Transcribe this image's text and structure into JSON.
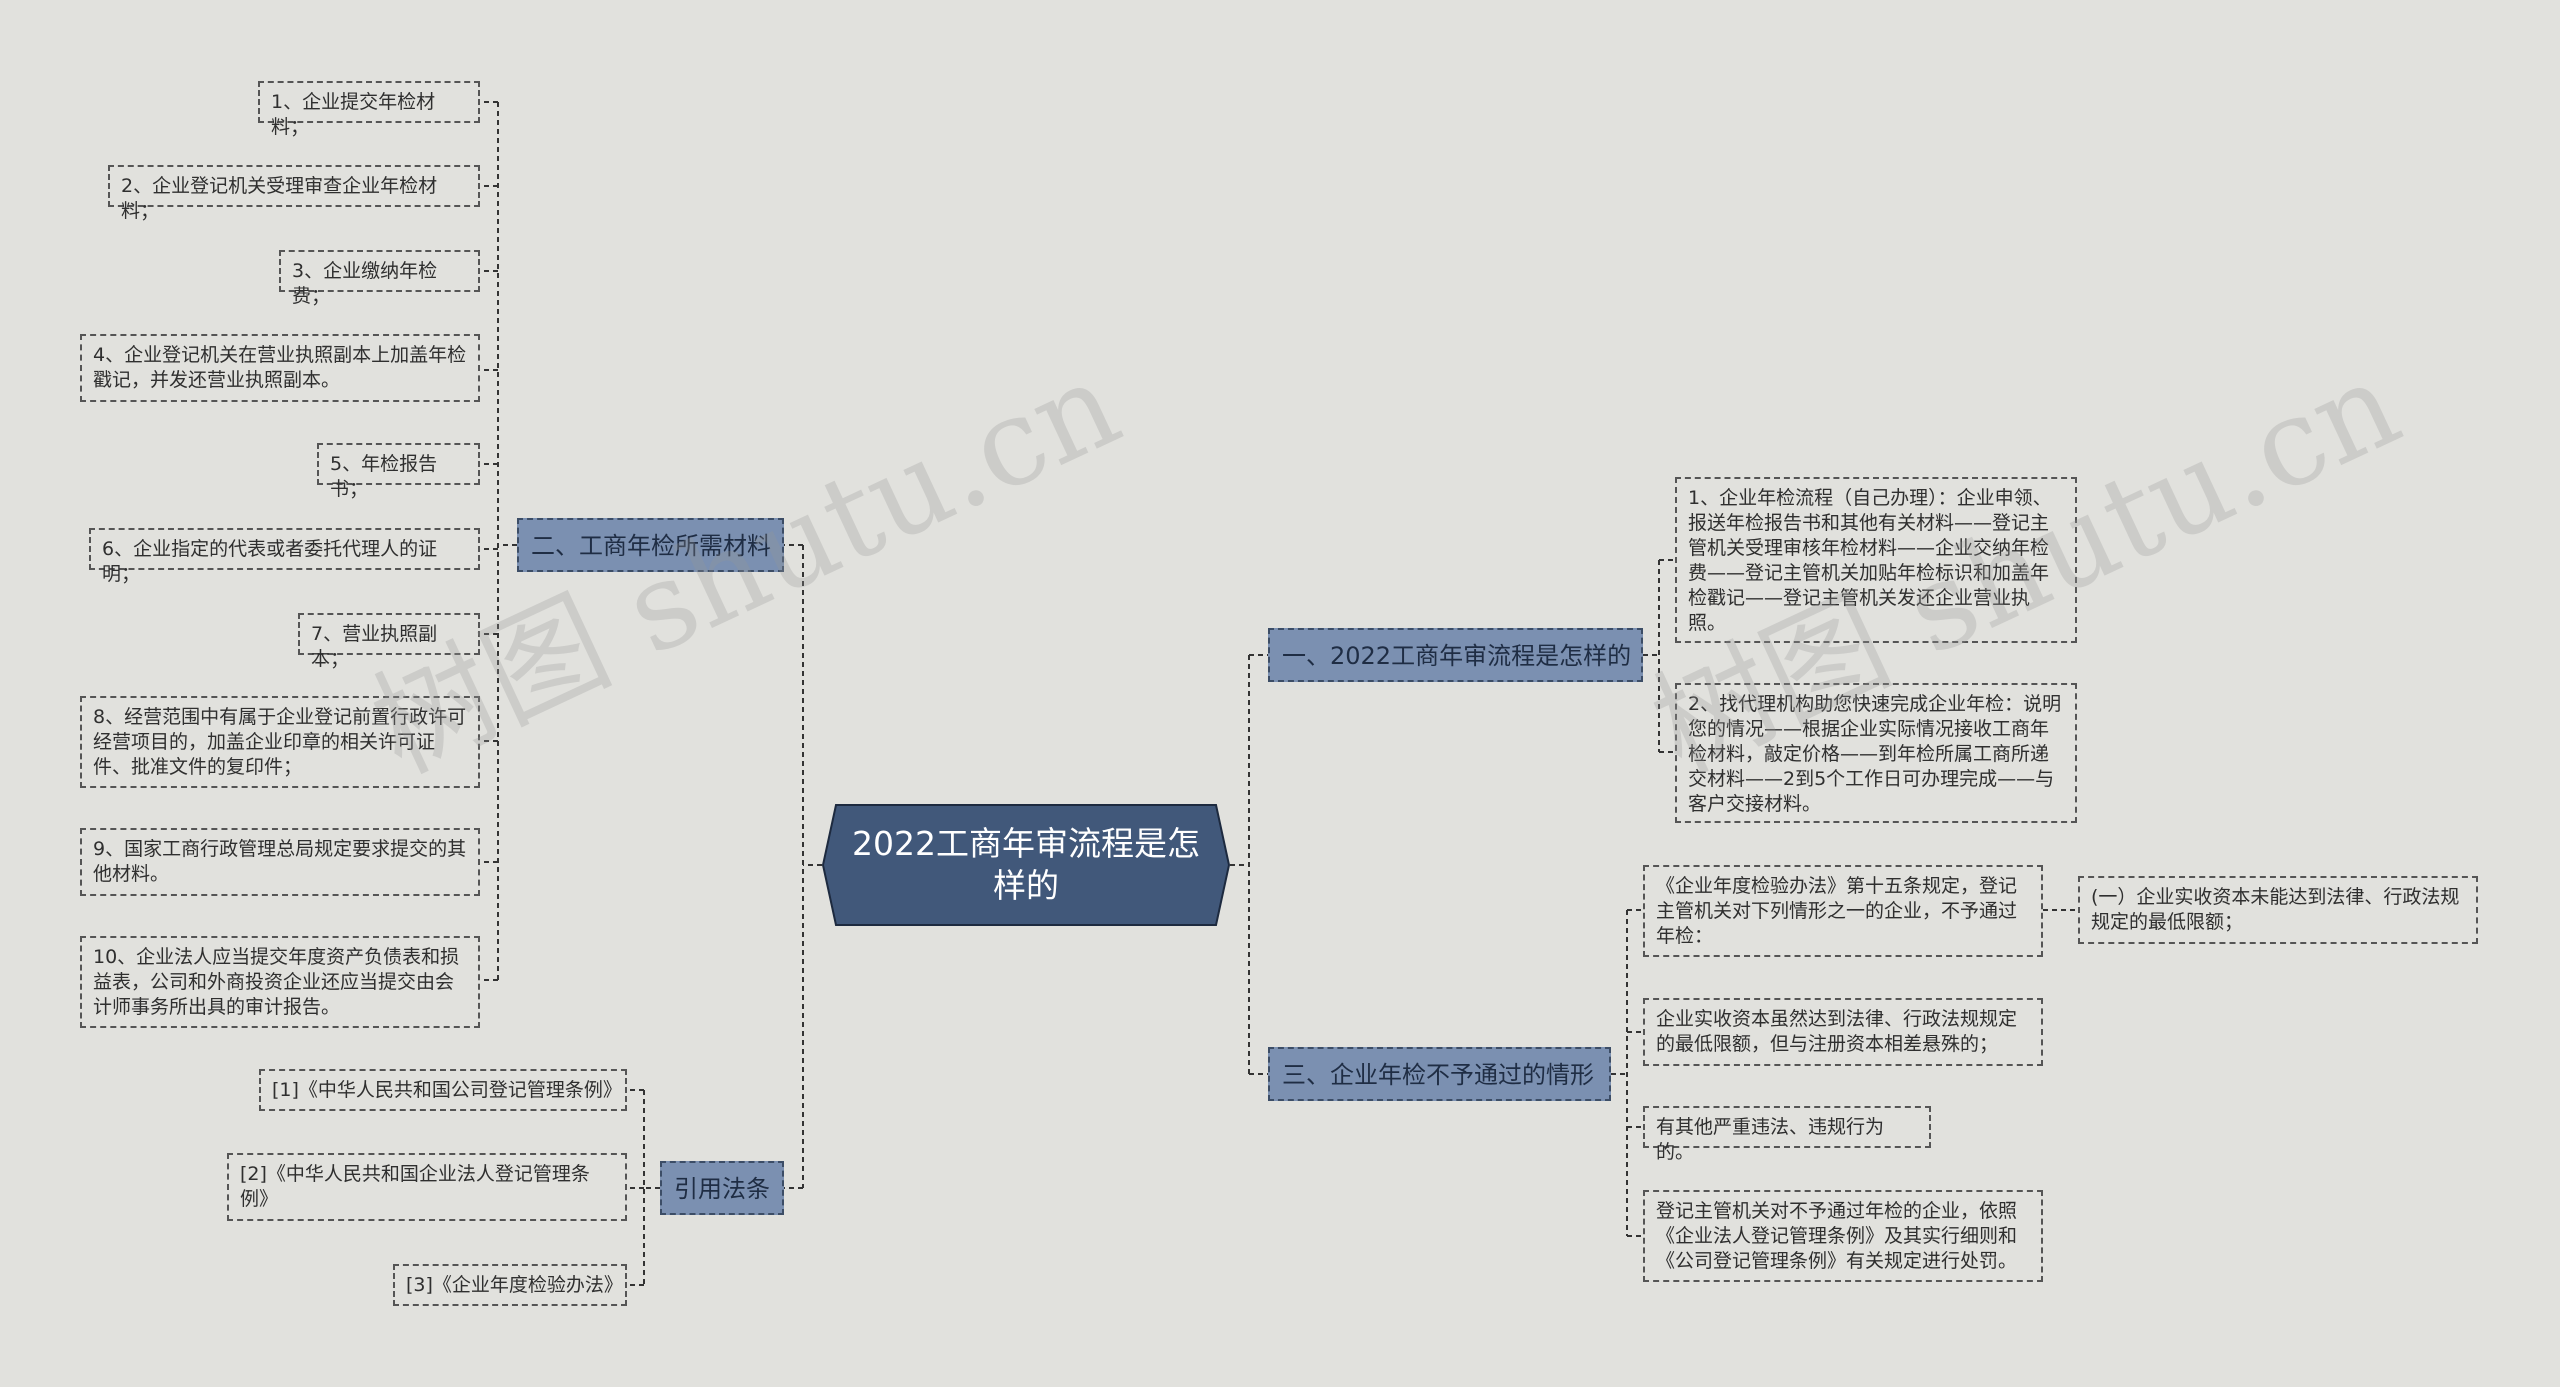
{
  "root": {
    "label": "2022工商年审流程是怎样的"
  },
  "branches": {
    "materials": {
      "label": "二、工商年检所需材料",
      "items": [
        "1、企业提交年检材料；",
        "2、企业登记机关受理审查企业年检材料；",
        "3、企业缴纳年检费；",
        "4、企业登记机关在营业执照副本上加盖年检戳记，并发还营业执照副本。",
        "5、年检报告书；",
        "6、企业指定的代表或者委托代理人的证明；",
        "7、营业执照副本；",
        "8、经营范围中有属于企业登记前置行政许可经营项目的，加盖企业印章的相关许可证件、批准文件的复印件；",
        "9、国家工商行政管理总局规定要求提交的其他材料。",
        "10、企业法人应当提交年度资产负债表和损益表，公司和外商投资企业还应当提交由会计师事务所出具的审计报告。"
      ]
    },
    "laws": {
      "label": "引用法条",
      "items": [
        "[1]《中华人民共和国公司登记管理条例》",
        "[2]《中华人民共和国企业法人登记管理条例》",
        "[3]《企业年度检验办法》"
      ]
    },
    "process": {
      "label": "一、2022工商年审流程是怎样的",
      "items": [
        "1、企业年检流程（自己办理）：企业申领、报送年检报告书和其他有关材料——登记主管机关受理审核年检材料——企业交纳年检费——登记主管机关加贴年检标识和加盖年检戳记——登记主管机关发还企业营业执照。",
        "2、找代理机构助您快速完成企业年检：说明您的情况——根据企业实际情况接收工商年检材料，敲定价格——到年检所属工商所递交材料——2到5个工作日可办理完成——与客户交接材料。"
      ]
    },
    "failure": {
      "label": "三、企业年检不予通过的情形",
      "items": [
        "《企业年度检验办法》第十五条规定，登记主管机关对下列情形之一的企业，不予通过年检：",
        "企业实收资本虽然达到法律、行政法规规定的最低限额，但与注册资本相差悬殊的；",
        "有其他严重违法、违规行为的。",
        "登记主管机关对不予通过年检的企业，依照《企业法人登记管理条例》及其实行细则和《公司登记管理条例》有关规定进行处罚。"
      ],
      "sub_item": "(一）企业实收资本未能达到法律、行政法规规定的最低限额；"
    }
  },
  "watermark": "树图 shutu.cn",
  "colors": {
    "background": "#e1e1dd",
    "root": "#41587a",
    "branch": "#7b90b1",
    "line": "#333333"
  }
}
